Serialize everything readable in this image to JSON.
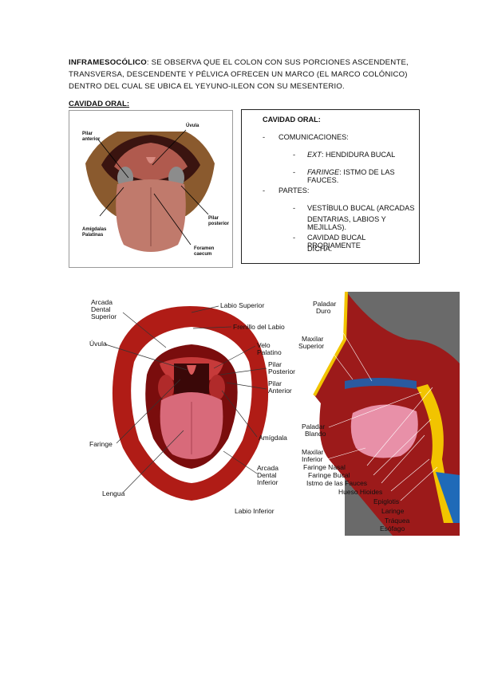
{
  "intro": {
    "term": "INFRAMESOCÓLICO",
    "text": ": SE OBSERVA QUE EL COLON CON SUS PORCIONES ASCENDENTE, TRANSVERSA, DESCENDENTE Y PÉLVICA OFRECEN UN MARCO (EL MARCO COLÓNICO) DENTRO DEL CUAL SE UBICA EL YEYUNO-ILEON CON SU MESENTERIO."
  },
  "section_heading": "CAVIDAD ORAL:",
  "figure1": {
    "labels": {
      "pilar_anterior_1": "Pilar",
      "pilar_anterior_2": "anterior",
      "uvula": "Úvula",
      "amigdalas_1": "Amígdalas",
      "amigdalas_2": "Palatinas",
      "pilar_posterior_1": "Pilar",
      "pilar_posterior_2": "posterior",
      "foramen_1": "Foramen",
      "foramen_2": "caecum"
    }
  },
  "box": {
    "title": "CAVIDAD ORAL:",
    "dash": "-",
    "comunicaciones": "COMUNICACIONES:",
    "ext_term": "EXT",
    "ext_text": ": HENDIDURA BUCAL",
    "faringe_term": "FARINGE",
    "faringe_text": ": ISTMO DE LAS FAUCES.",
    "partes": "PARTES:",
    "vestibulo_1": "VESTÍBULO BUCAL (ARCADAS",
    "vestibulo_2": "DENTARIAS, LABIOS Y MEJILLAS).",
    "cavidad_1": "CAVIDAD BUCAL PROPIAMENTE",
    "cavidad_2": "DICHA."
  },
  "figure2": {
    "labels": {
      "arcada_sup_1": "Arcada",
      "arcada_sup_2": "Dental",
      "arcada_sup_3": "Superior",
      "labio_superior": "Labio Superior",
      "frenillo": "Frenillo del Labio",
      "uvula": "Úvula",
      "velo_1": "Velo",
      "velo_2": "Palatino",
      "pilar_post_1": "Pilar",
      "pilar_post_2": "Posterior",
      "pilar_ant_1": "Pilar",
      "pilar_ant_2": "Anterior",
      "amigdala": "Amígdala",
      "faringe": "Faringe",
      "arcada_inf_1": "Arcada",
      "arcada_inf_2": "Dental",
      "arcada_inf_3": "Inferior",
      "lengua": "Lengua",
      "labio_inferior": "Labio Inferior"
    }
  },
  "figure3": {
    "labels": {
      "paladar_duro_1": "Paladar",
      "paladar_duro_2": "Duro",
      "maxilar_sup_1": "Maxilar",
      "maxilar_sup_2": "Superior",
      "paladar_blando_1": "Paladar",
      "paladar_blando_2": "Blando",
      "maxilar_inf_1": "Maxilar",
      "maxilar_inf_2": "Inferior",
      "faringe_nasal": "Faringe Nasal",
      "faringe_bucal": "Faringe Bucal",
      "istmo": "Istmo de las Fauces",
      "hueso_hioides": "Hueso Hioides",
      "epiglotis": "Epiglotis",
      "laringe": "Laringe",
      "traquea": "Tráquea",
      "esofago": "Esófago"
    }
  }
}
